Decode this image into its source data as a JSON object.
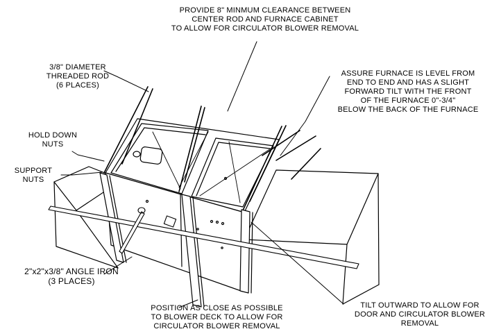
{
  "callouts": {
    "clearance": [
      "PROVIDE 8\" MINMUM CLEARANCE BETWEEN",
      "CENTER ROD AND FURNACE CABINET",
      "TO ALLOW FOR CIRCULATOR BLOWER REMOVAL"
    ],
    "threaded_rod": [
      "3/8\" DIAMETER",
      "THREADED ROD",
      "(6 PLACES)"
    ],
    "level": [
      "ASSURE FURNACE IS LEVEL FROM",
      "END TO END AND HAS A SLIGHT",
      "FORWARD TILT WITH THE FRONT",
      "OF THE FURNACE 0\"-3/4\"",
      "BELOW THE BACK OF THE FURNACE"
    ],
    "hold_down": [
      "HOLD DOWN",
      "NUTS"
    ],
    "support": [
      "SUPPORT",
      "NUTS"
    ],
    "angle_iron": [
      "2\"x2\"x3/8\" ANGLE IRON",
      "(3 PLACES)"
    ],
    "position": [
      "POSITION AS CLOSE AS POSSIBLE",
      "TO BLOWER DECK TO ALLOW FOR",
      "CIRCULATOR BLOWER REMOVAL"
    ],
    "tilt": [
      "TILT OUTWARD TO ALLOW FOR",
      "DOOR AND CIRCULATOR BLOWER",
      "REMOVAL"
    ]
  },
  "colors": {
    "line": "#000000",
    "background": "#ffffff"
  }
}
